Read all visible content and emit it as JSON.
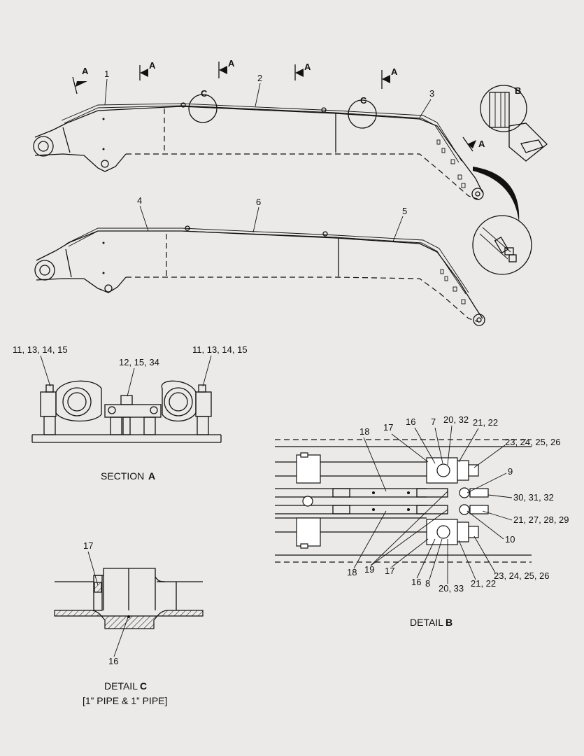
{
  "labels": {
    "section_a_letter": "A",
    "detail_b_letter": "B",
    "detail_c_letter": "C",
    "section_a_prefix": "SECTION",
    "detail_prefix": "DETAIL",
    "detail_c_note": "[1” PIPE & 1” PIPE]"
  },
  "top_callouts": [
    "1",
    "2",
    "3"
  ],
  "mid_callouts": [
    "4",
    "5",
    "6"
  ],
  "section_a_callouts": {
    "left": "11, 13, 14, 15",
    "center": "12, 15, 34",
    "right": "11, 13, 14, 15"
  },
  "detail_b_callouts": {
    "c18a": "18",
    "c17a": "17",
    "c16a": "16",
    "c7": "7",
    "c2032": "20, 32",
    "c2122a": "21, 22",
    "c23a": "23, 24, 25, 26",
    "c9": "9",
    "c303132": "30, 31, 32",
    "c21272829": "21, 27, 28, 29",
    "c10": "10",
    "c23b": "23, 24, 25, 26",
    "c2122b": "21, 22",
    "c2033": "20, 33",
    "c8": "8",
    "c16b": "16",
    "c17b": "17",
    "c19": "19",
    "c18b": "18"
  },
  "detail_c_callouts": {
    "c17": "17",
    "c16": "16"
  }
}
